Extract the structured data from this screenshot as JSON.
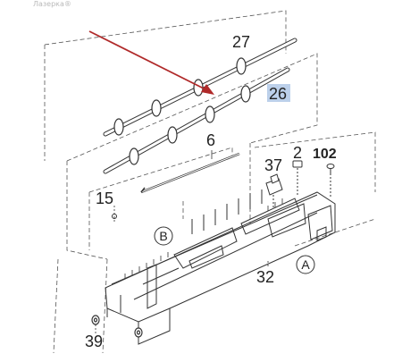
{
  "watermark": "Лазерка®",
  "parts": {
    "p27": "27",
    "p26": "26",
    "p6": "6",
    "p2": "2",
    "p102": "102",
    "p37": "37",
    "p15": "15",
    "p32": "32",
    "p39": "39",
    "pA": "A",
    "pB": "B"
  },
  "colors": {
    "arrow": "#b02a2a",
    "highlight": "#bcd0ea",
    "line": "#333333",
    "dash": "#555555"
  }
}
